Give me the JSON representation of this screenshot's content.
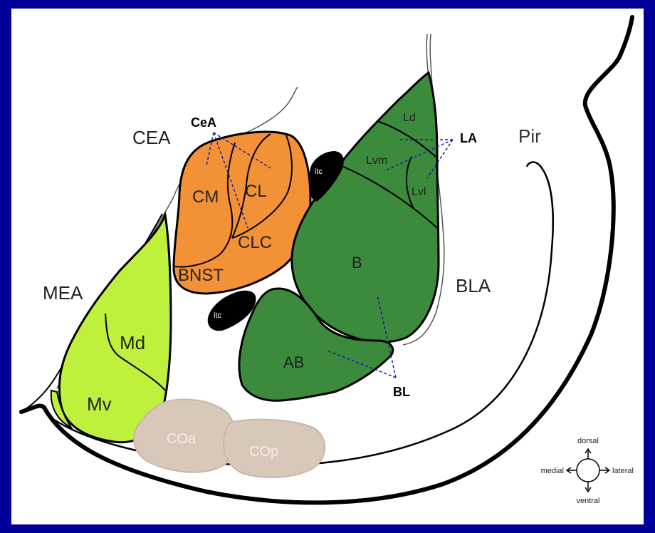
{
  "diagram": {
    "regions": {
      "cea": "CEA",
      "mea": "MEA",
      "bla": "BLA",
      "pir": "Pir"
    },
    "nuclei": {
      "cm": "CM",
      "cl": "CL",
      "clc": "CLC",
      "bnst": "BNST",
      "md": "Md",
      "mv": "Mv",
      "ld": "Ld",
      "lvm": "Lvm",
      "lvl": "Lvl",
      "b": "B",
      "ab": "AB",
      "coa": "COa",
      "cop": "COp",
      "itc_upper": "itc",
      "itc_lower": "itc"
    },
    "pointers": {
      "cea_bold": "CeA",
      "la": "LA",
      "bl": "BL"
    },
    "compass": {
      "dorsal": "dorsal",
      "ventral": "ventral",
      "medial": "medial",
      "lateral": "lateral"
    },
    "colors": {
      "background": "#000099",
      "panel": "#ffffff",
      "central_nuclei": "#f39137",
      "medial_nuclei": "#bff03c",
      "basolateral_nuclei": "#3c8a3c",
      "cortical_nuclei": "#d8c8b9",
      "itc": "#000000",
      "pointer_lines": "#1a1aaa"
    }
  }
}
